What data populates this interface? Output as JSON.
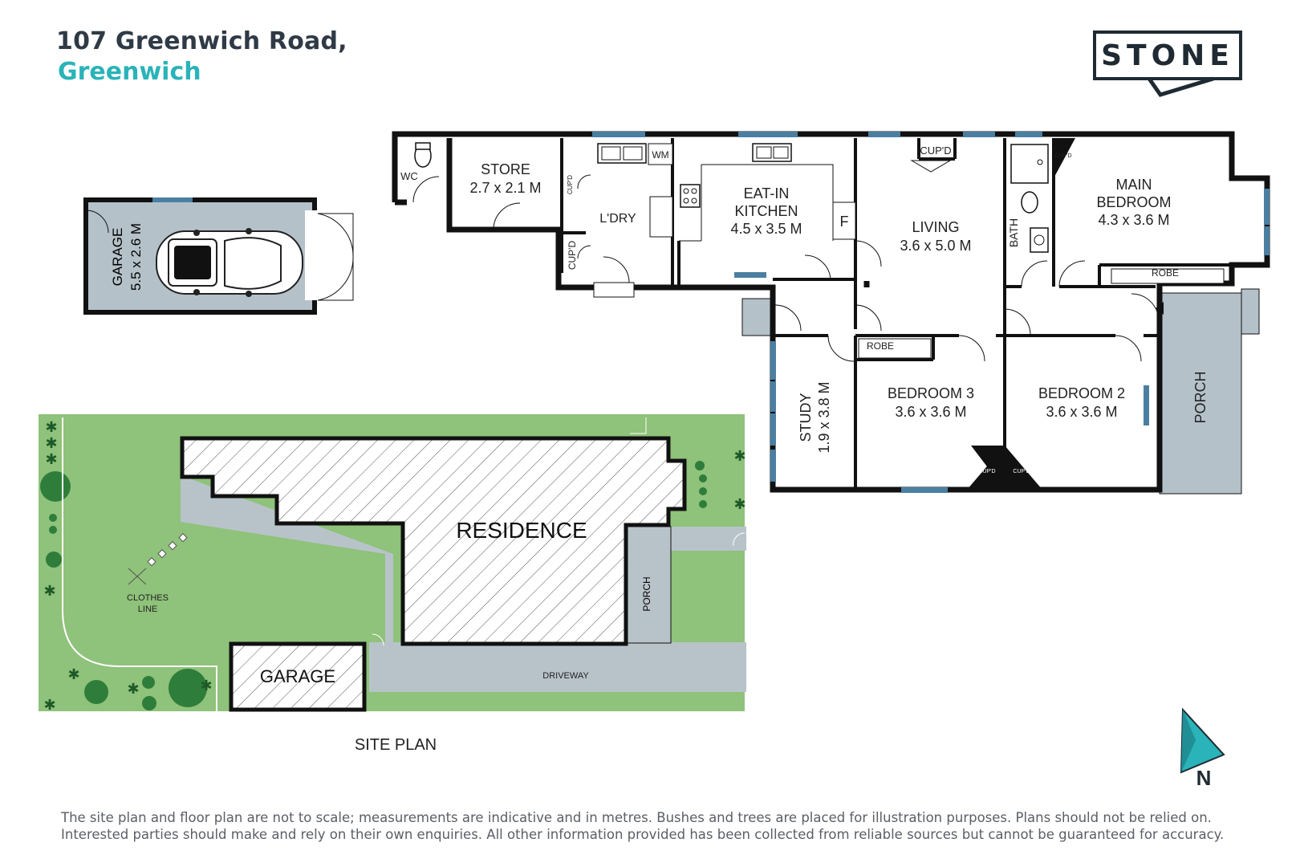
{
  "header": {
    "address_line1": "107 Greenwich Road,",
    "address_line2": "Greenwich"
  },
  "logo": {
    "text": "STONE"
  },
  "floor_plan": {
    "rooms": {
      "wc": "WC",
      "store_name": "STORE",
      "store_size": "2.7 x 2.1 M",
      "laundry": "L'DRY",
      "wm": "WM",
      "cupd_laundry_1": "CUP'D",
      "cupd_laundry_2": "CUP'D",
      "kitchen_name_1": "EAT-IN",
      "kitchen_name_2": "KITCHEN",
      "kitchen_size": "4.5 x 3.5 M",
      "fridge": "F",
      "living_name": "LIVING",
      "living_size": "3.6 x 5.0 M",
      "cupd_living": "CUP'D",
      "bath": "BATH",
      "cupd_bath": "CUP'D",
      "main_name_1": "MAIN",
      "main_name_2": "BEDROOM",
      "main_size": "4.3 x 3.6 M",
      "robe_main": "ROBE",
      "study_name": "STUDY",
      "study_size": "1.9 x 3.8 M",
      "robe_bed3": "ROBE",
      "bed3_name": "BEDROOM 3",
      "bed3_size": "3.6 x 3.6 M",
      "bed2_name": "BEDROOM 2",
      "bed2_size": "3.6 x 3.6 M",
      "cupd_bed3": "CUP'D",
      "cupd_bed2": "CUP'D",
      "porch": "PORCH"
    },
    "garage": {
      "name": "GARAGE",
      "size": "5.5 x 2.6 M"
    }
  },
  "site_plan": {
    "residence": "RESIDENCE",
    "garage": "GARAGE",
    "porch": "PORCH",
    "driveway": "DRIVEWAY",
    "clothes_line_1": "CLOTHES",
    "clothes_line_2": "LINE",
    "title": "SITE PLAN"
  },
  "compass": {
    "label": "N"
  },
  "disclaimer": {
    "line1": "The site plan and floor plan are not to scale; measurements are indicative and in metres. Bushes and trees are placed for illustration purposes. Plans should not be relied on.",
    "line2": "Interested parties should make and rely on their own enquiries. All other information provided has been collected from reliable sources but cannot be guaranteed for accuracy."
  },
  "colors": {
    "title_dark": "#2f3a46",
    "title_accent": "#2ab3b8",
    "wall": "#111111",
    "window": "#4a7fa1",
    "garage_fill": "#b4c1c9",
    "lawn": "#8fc27a",
    "tree_dark": "#2f7d3a",
    "path": "#b8c3c9"
  }
}
